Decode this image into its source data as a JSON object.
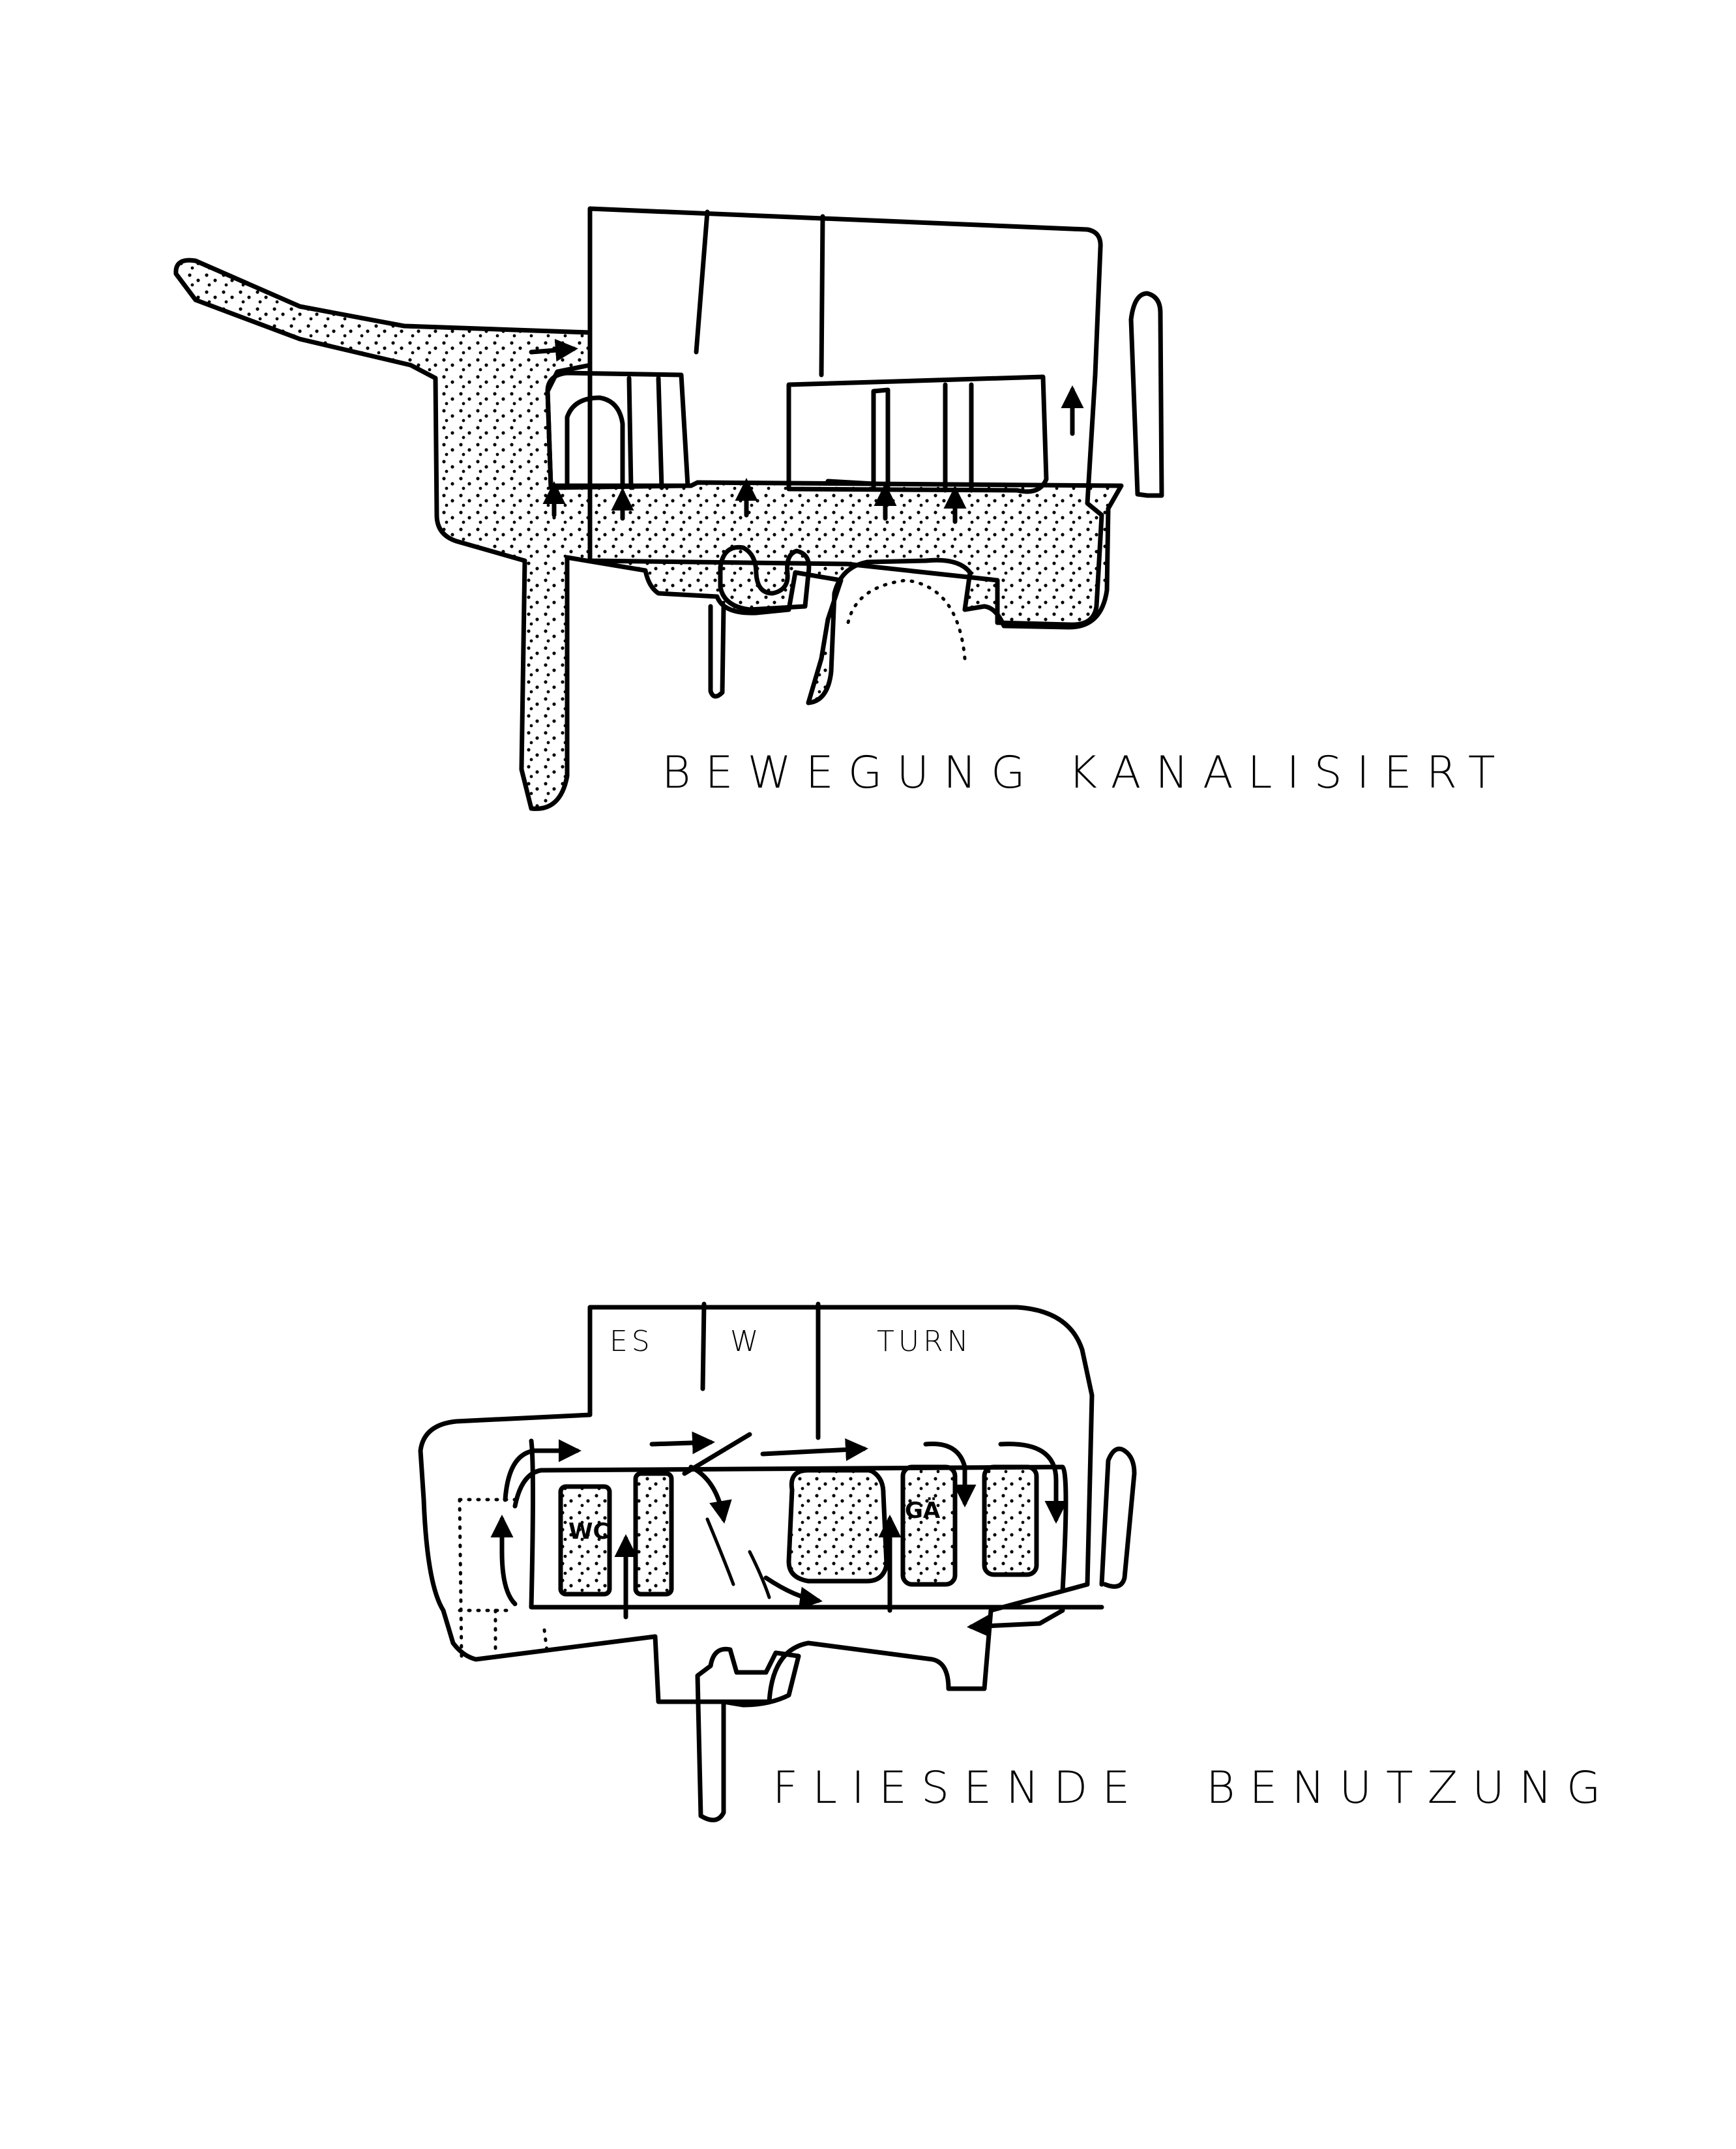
{
  "diagrams": [
    {
      "caption": "BEWEGUNG KANALISIERT"
    },
    {
      "caption_part1": "FLIESENDE",
      "caption_part2": "BENUTZUNG",
      "room_labels": [
        "ES",
        "W",
        "TURN"
      ],
      "box_labels": [
        "WC",
        "GÄ"
      ]
    }
  ],
  "colors": {
    "ink": "#000000",
    "paper": "#ffffff"
  }
}
